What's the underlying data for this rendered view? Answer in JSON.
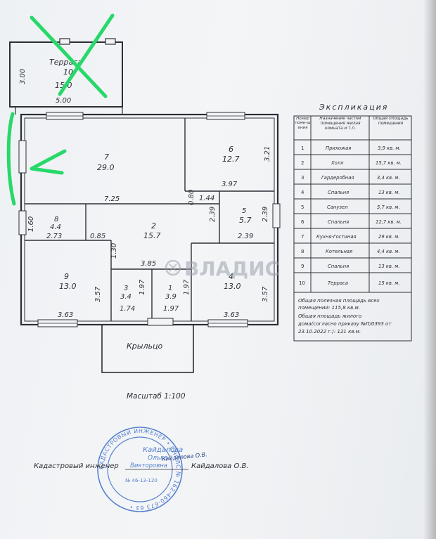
{
  "plan": {
    "rooms": [
      {
        "num": "7",
        "area": "29.0"
      },
      {
        "num": "6",
        "area": "12.7"
      },
      {
        "num": "8",
        "area": "4.4"
      },
      {
        "num": "2",
        "area": "15.7"
      },
      {
        "num": "5",
        "area": "5.7"
      },
      {
        "num": "9",
        "area": "13.0"
      },
      {
        "num": "3",
        "area": "3.4"
      },
      {
        "num": "1",
        "area": "3.9"
      },
      {
        "num": "4",
        "area": "13.0"
      },
      {
        "num": "10",
        "area": "15.0"
      }
    ],
    "dimensions": [
      "3.00",
      "5.00",
      "3.21",
      "3.97",
      "1.44",
      "0.80",
      "7.25",
      "1.60",
      "2.73",
      "0.85",
      "1.30",
      "2.39",
      "2.39",
      "2.39",
      "3.85",
      "3.57",
      "3.57",
      "1.97",
      "1.97",
      "1.74",
      "1.97",
      "3.63",
      "3.63"
    ],
    "terrace_label": "Терраса",
    "porch_label": "Крыльцо",
    "scale_label": "Масштаб 1:100"
  },
  "explication": {
    "title": "Экспликация",
    "headers": [
      "Номер поме-щения",
      "Назначение частей помещения жилая комната и т.п.",
      "Общая площадь помещения"
    ],
    "rows": [
      {
        "num": "1",
        "name": "Прихожая",
        "area": "3,9 кв. м."
      },
      {
        "num": "2",
        "name": "Холл",
        "area": "15,7 кв. м."
      },
      {
        "num": "3",
        "name": "Гардеробная",
        "area": "3,4 кв. м."
      },
      {
        "num": "4",
        "name": "Спальня",
        "area": "13 кв. м."
      },
      {
        "num": "5",
        "name": "Санузел",
        "area": "5,7 кв. м."
      },
      {
        "num": "6",
        "name": "Спальня",
        "area": "12,7 кв. м."
      },
      {
        "num": "7",
        "name": "Кухня-Гостиная",
        "area": "29 кв. м."
      },
      {
        "num": "8",
        "name": "Котельная",
        "area": "4,4 кв. м."
      },
      {
        "num": "9",
        "name": "Спальня",
        "area": "13 кв. м."
      },
      {
        "num": "10",
        "name": "Терраса",
        "area": "15 кв. м."
      }
    ],
    "note": [
      "Общая полезная площадь всех",
      "помещений: 115,8 кв.м.",
      "Общая площадь жилого",
      "дома(согласно приказу №П/0393 от",
      "23.10.2022 г.): 121 кв.м."
    ]
  },
  "footer": {
    "engineer_label": "Кадастровый инженер",
    "engineer_name": "Кайдалова О.В.",
    "signature": "Кайдалова О.В."
  },
  "stamp": {
    "ring_text": "КАДАСТРОВЫЙ ИНЖЕНЕР • СНИЛС № 162-460-673 63 •",
    "name": "Кайдалова",
    "name2": "Ольга",
    "name3": "Викторовна",
    "reg": "№ 46-13-120"
  },
  "watermark": {
    "brand": "ВЛАДИС"
  },
  "colors": {
    "ink": "#2c2f36",
    "annotation": "#27d86a",
    "stamp": "#3b6ec9",
    "paper": "#f1f3f5"
  }
}
